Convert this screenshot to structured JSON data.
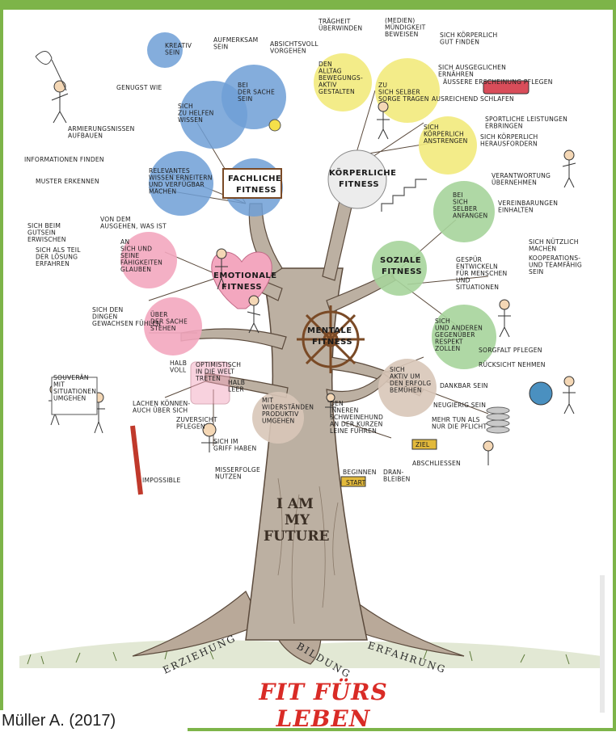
{
  "poster": {
    "trunk_text": [
      "I AM",
      "MY",
      "FUTURE"
    ],
    "roots": [
      "ERZIEHUNG",
      "BILDUNG",
      "ERFAHRUNG"
    ],
    "footer_title": "FIT FÜRS LEBEN",
    "credit": "Müller A. (2017)"
  },
  "colors": {
    "frame": "#7db449",
    "fachliche": "#6f9fd6",
    "koerperliche": "#f2ea7c",
    "emotionale": "#f3a7bf",
    "soziale": "#a6d49b",
    "mentale": "#d8c6b8",
    "footer": "#d92b26"
  },
  "fitness_areas": [
    {
      "key": "fachliche",
      "label": [
        "FACHLICHE",
        "FITNESS"
      ]
    },
    {
      "key": "koerperliche",
      "label": [
        "KÖRPERLICHE",
        "FITNESS"
      ]
    },
    {
      "key": "emotionale",
      "label": [
        "EMOTIONALE",
        "FITNESS"
      ]
    },
    {
      "key": "soziale",
      "label": [
        "SOZIALE",
        "FITNESS"
      ]
    },
    {
      "key": "mentale",
      "label": [
        "MENTALE",
        "FITNESS"
      ]
    }
  ],
  "branches": {
    "fachliche": [
      {
        "text": [
          "KREATIV",
          "SEIN"
        ]
      },
      {
        "text": [
          "AUFMERKSAM",
          "SEIN"
        ]
      },
      {
        "text": [
          "ABSICHTSVOLL",
          "VORGEHEN"
        ]
      },
      {
        "text": [
          "BEI",
          "DER SACHE",
          "SEIN"
        ]
      },
      {
        "text": [
          "GENUGST WIE"
        ]
      },
      {
        "text": [
          "SICH",
          "ZU HELFEN",
          "WISSEN"
        ]
      },
      {
        "text": [
          "ARMIERUNGSNISSEN",
          "AUFBAUEN"
        ]
      },
      {
        "text": [
          "INFORMATIONEN FINDEN"
        ]
      },
      {
        "text": [
          "RELEVANTES",
          "WISSEN ERNEITERN",
          "UND VERFÜGBAR",
          "MACHEN"
        ]
      },
      {
        "text": [
          "MUSTER ERKENNEN"
        ]
      }
    ],
    "koerperliche": [
      {
        "text": [
          "TRÄGHEIT",
          "ÜBERWINDEN"
        ]
      },
      {
        "text": [
          "(MEDIEN)",
          "MÜNDIGKEIT",
          "BEWEISEN"
        ]
      },
      {
        "text": [
          "SICH KÖRPERLICH",
          "GUT FINDEN"
        ]
      },
      {
        "text": [
          "DEN",
          "ALLTAG",
          "BEWEGUNGS-",
          "AKTIV",
          "GESTALTEN"
        ]
      },
      {
        "text": [
          "ZU",
          "SICH SELBER",
          "SORGE TRAGEN"
        ]
      },
      {
        "text": [
          "SICH AUSGEGLICHEN",
          "ERNÄHREN"
        ]
      },
      {
        "text": [
          "ÄUSSERE ERSCHEINUNG PFLEGEN"
        ]
      },
      {
        "text": [
          "AUSREICHEND SCHLAFEN"
        ]
      },
      {
        "text": [
          "SICH",
          "KÖRPERLICH",
          "ANSTRENGEN"
        ]
      },
      {
        "text": [
          "SPORTLICHE LEISTUNGEN",
          "ERBRINGEN"
        ]
      },
      {
        "text": [
          "SICH KÖRPERLICH",
          "HERAUSFORDERN"
        ]
      }
    ],
    "soziale": [
      {
        "text": [
          "VERANTWORTUNG",
          "ÜBERNEHMEN"
        ]
      },
      {
        "text": [
          "BEI",
          "SICH",
          "SELBER",
          "ANFANGEN"
        ]
      },
      {
        "text": [
          "VEREINBARUNGEN",
          "EINHALTEN"
        ]
      },
      {
        "text": [
          "SICH NÜTZLICH",
          "MACHEN"
        ]
      },
      {
        "text": [
          "GESPÜR",
          "ENTWICKELN",
          "FÜR MENSCHEN",
          "UND",
          "SITUATIONEN"
        ]
      },
      {
        "text": [
          "KOOPERATIONS-",
          "UND TEAMFÄHIG",
          "SEIN"
        ]
      },
      {
        "text": [
          "SICH",
          "UND ANDEREN",
          "GEGENÜBER",
          "RESPEKT",
          "ZOLLEN"
        ]
      },
      {
        "text": [
          "SORGFALT PFLEGEN"
        ]
      },
      {
        "text": [
          "RÜCKSICHT NEHMEN"
        ]
      },
      {
        "text": [
          "DANKBAR SEIN"
        ]
      }
    ],
    "emotionale": [
      {
        "text": [
          "VON DEM",
          "AUSGEHEN, WAS IST"
        ]
      },
      {
        "text": [
          "SICH BEIM",
          "GUTSEIN",
          "ERWISCHEN"
        ]
      },
      {
        "text": [
          "AN",
          "SICH UND",
          "SEINE",
          "FÄHIGKEITEN",
          "GLAUBEN"
        ]
      },
      {
        "text": [
          "SICH ALS TEIL",
          "DER LÖSUNG",
          "ERFAHREN"
        ]
      },
      {
        "text": [
          "SICH DEN",
          "DINGEN",
          "GEWACHSEN FÜHLEN"
        ]
      },
      {
        "text": [
          "ÜBER",
          "DER SACHE",
          "STEHEN"
        ]
      },
      {
        "text": [
          "SOUVERÄN",
          "MIT",
          "SITUATIONEN",
          "UMGEHEN"
        ]
      },
      {
        "text": [
          "OPTIMISTISCH",
          "IN DIE WELT",
          "TRETEN"
        ]
      },
      {
        "text": [
          "HALB",
          "VOLL"
        ]
      },
      {
        "text": [
          "HALB",
          "LEER"
        ]
      },
      {
        "text": [
          "LACHEN KÖNNEN-",
          "AUCH ÜBER SICH"
        ]
      },
      {
        "text": [
          "ZUVERSICHT",
          "PFLEGEN"
        ]
      },
      {
        "text": [
          "IMPOSSIBLE"
        ]
      }
    ],
    "mentale": [
      {
        "text": [
          "MIT",
          "WIDERSTÄNDEN",
          "PRODUKTIV",
          "UMGEHEN"
        ]
      },
      {
        "text": [
          "DEN",
          "INNEREN",
          "SCHWEINEHUND",
          "AN DER KURZEN",
          "LEINE FÜHREN"
        ]
      },
      {
        "text": [
          "SICH",
          "AKTIV UM",
          "DEN ERFOLG",
          "BEMÜHEN"
        ]
      },
      {
        "text": [
          "NEUGIERIG SEIN"
        ]
      },
      {
        "text": [
          "MEHR TUN ALS",
          "NUR DIE PFLICHT"
        ]
      },
      {
        "text": [
          "ZIEL"
        ]
      },
      {
        "text": [
          "ABSCHLIESSEN"
        ]
      },
      {
        "text": [
          "DRAN-",
          "BLEIBEN"
        ]
      },
      {
        "text": [
          "BEGINNEN"
        ]
      },
      {
        "text": [
          "START"
        ]
      },
      {
        "text": [
          "SICH IM",
          "GRIFF HABEN"
        ]
      },
      {
        "text": [
          "MISSERFOLGE",
          "NUTZEN"
        ]
      }
    ]
  }
}
